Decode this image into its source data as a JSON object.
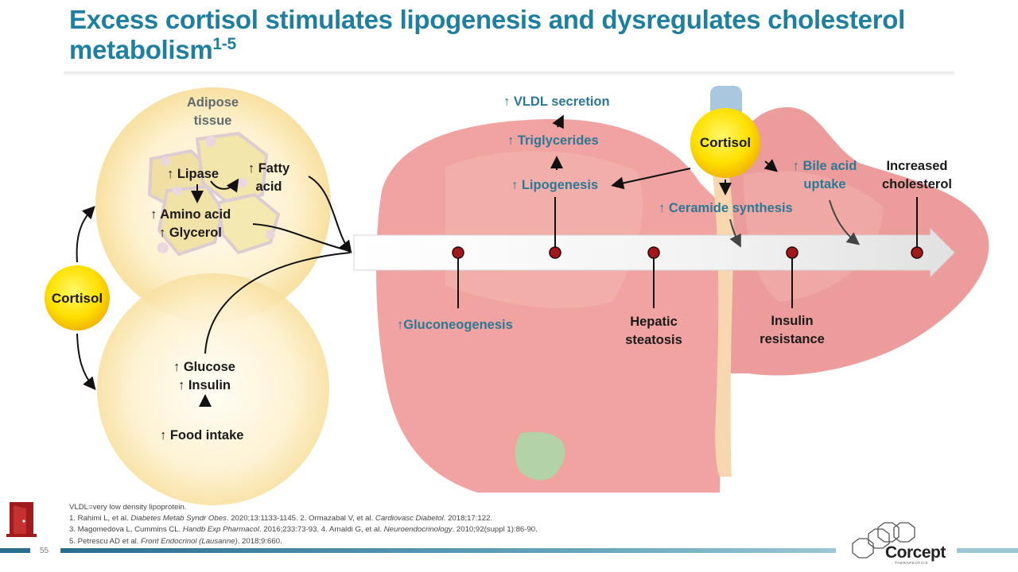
{
  "slide": {
    "title": "Excess cortisol stimulates lipogenesis and dysregulates cholesterol metabolism",
    "title_superscript": "1-5",
    "page_number": "55",
    "brand": {
      "name": "Corcept",
      "tagline": "THERAPEUTICS"
    }
  },
  "colors": {
    "title": "#1f7fa1",
    "blue_label": "#2c7896",
    "cortisol_fill": "#ffe21a",
    "liver": "#f0a5a0",
    "timeline_dot": "#a3161c",
    "adipose_circle": "#fbe9b6"
  },
  "left_panel": {
    "cortisol_label": "Cortisol",
    "adipose": {
      "title_line1": "Adipose",
      "title_line2": "tissue",
      "lipase": "↑ Lipase",
      "fatty_acid_line1": "↑ Fatty",
      "fatty_acid_line2": "acid",
      "amino_acid": "↑ Amino acid",
      "glycerol": "↑ Glycerol"
    },
    "appetite": {
      "glucose": "↑ Glucose",
      "insulin": "↑ Insulin",
      "food_intake": "↑ Food intake"
    }
  },
  "liver_panel": {
    "cortisol_label": "Cortisol",
    "vldl_secretion": "↑ VLDL secretion",
    "triglycerides": "↑ Triglycerides",
    "lipogenesis": "↑ Lipogenesis",
    "ceramide_synthesis": "↑ Ceramide synthesis",
    "bile_acid_line1": "↑ Bile acid",
    "bile_acid_line2": "uptake",
    "increased_cholesterol_line1": "Increased",
    "increased_cholesterol_line2": "cholesterol",
    "gluconeogenesis": "↑Gluconeogenesis",
    "hepatic_steatosis_line1": "Hepatic",
    "hepatic_steatosis_line2": "steatosis",
    "insulin_resistance_line1": "Insulin",
    "insulin_resistance_line2": "resistance"
  },
  "footnotes": {
    "abbreviation": "VLDL=very low density lipoprotein.",
    "refs": [
      {
        "pre": "1. Rahimi L, et al. ",
        "journal": "Diabetes Metab Syndr Obes",
        "post": ". 2020;13:1133-1145. 2. Ormazabal V, et al. ",
        "journal2": "Cardiovasc Diabetol",
        "post2": ". 2018;17:122."
      },
      {
        "pre": "3. Magomedova L, Cummins CL. ",
        "journal": "Handb Exp Pharmacol",
        "post": ". 2016;233:73-93. 4. Arnaldi G, et al. ",
        "journal2": "Neuroendocrinology",
        "post2": ". 2010;92(suppl 1):86-90."
      },
      {
        "pre": "5. Petrescu AD et al. ",
        "journal": "Front Endocrinol (Lausanne)",
        "post": ". 2018;9:660.",
        "journal2": "",
        "post2": ""
      }
    ]
  }
}
